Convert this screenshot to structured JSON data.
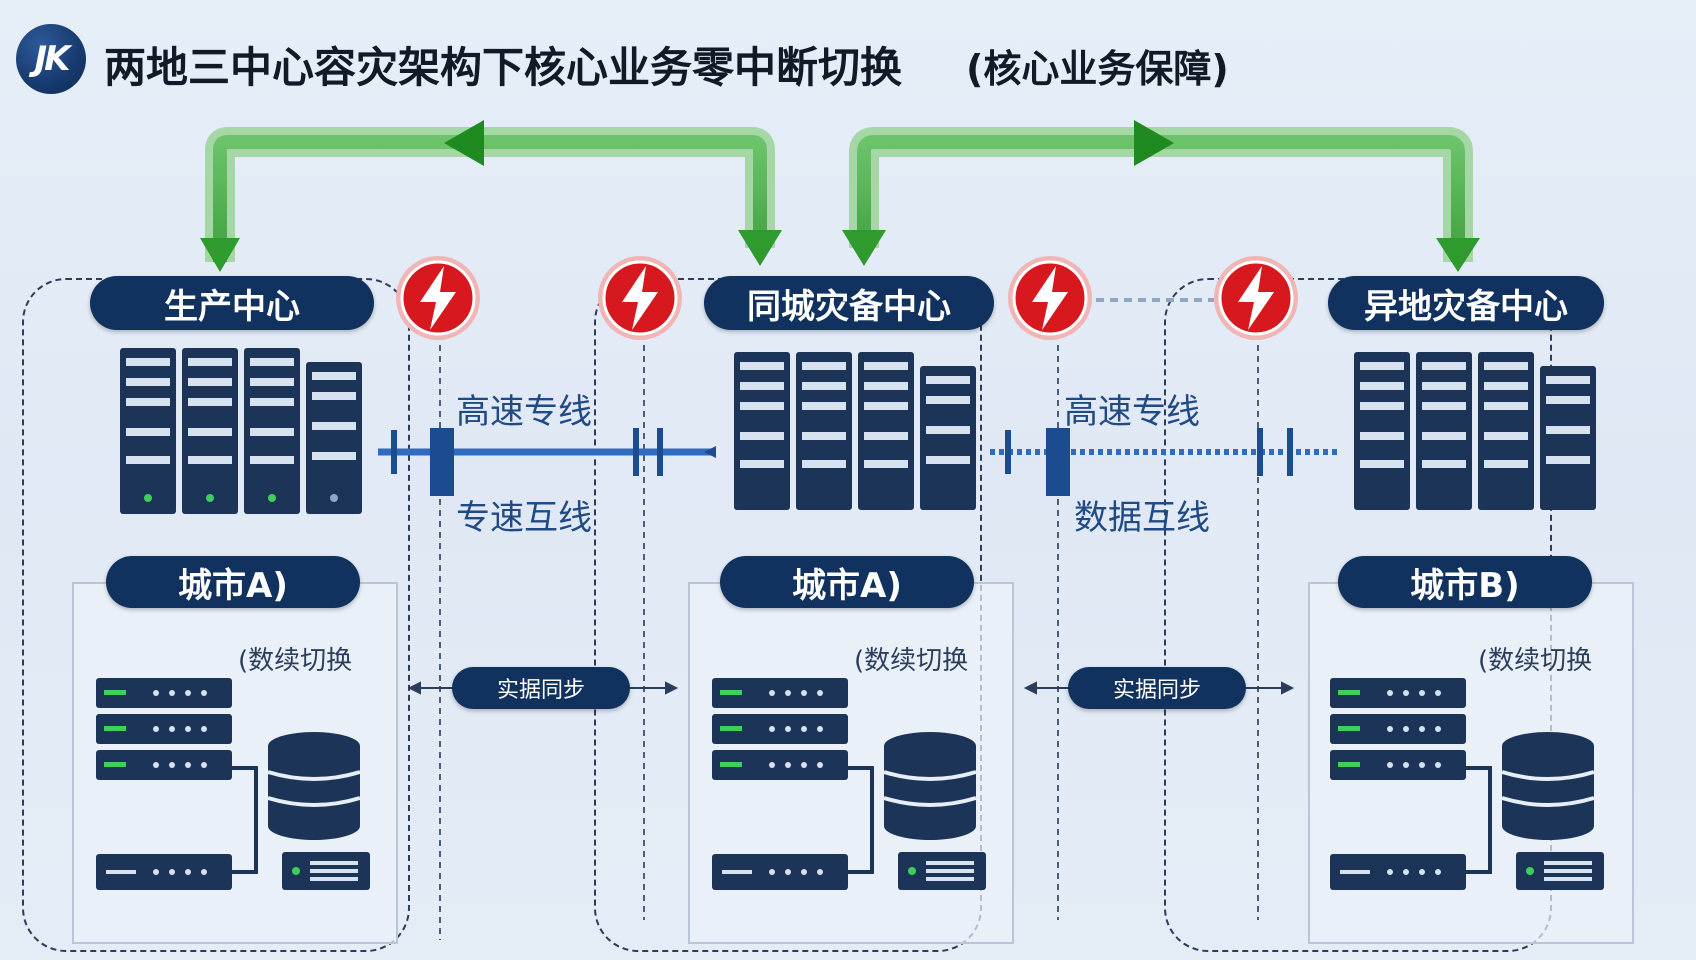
{
  "header": {
    "logo_text": "JK",
    "title": "两地三中心容灾架构下核心业务零中断切换",
    "subtitle": "(核心业务保障)"
  },
  "sites": [
    {
      "label": "生产中心",
      "city": "城市A)",
      "caption": "(数续切换"
    },
    {
      "label": "同城灾备中心",
      "city": "城市A)",
      "caption": "(数续切换"
    },
    {
      "label": "异地灾备中心",
      "city": "城市B)",
      "caption": "(数续切换"
    }
  ],
  "links": {
    "left_top": "高速专线",
    "left_bottom": "专速互线",
    "right_top": "高速专线",
    "right_bottom": "数据互线"
  },
  "sync": {
    "left": "实据同步",
    "right": "实据同步"
  },
  "colors": {
    "navy": "#11325e",
    "arrow_green": "#2fae2f",
    "alert_red": "#d7191f",
    "link_blue": "#2f6bbf"
  },
  "icons": [
    "lightning-alert-icon",
    "server-rack-icon",
    "database-icon",
    "network-switch-icon",
    "arrow-icon"
  ]
}
